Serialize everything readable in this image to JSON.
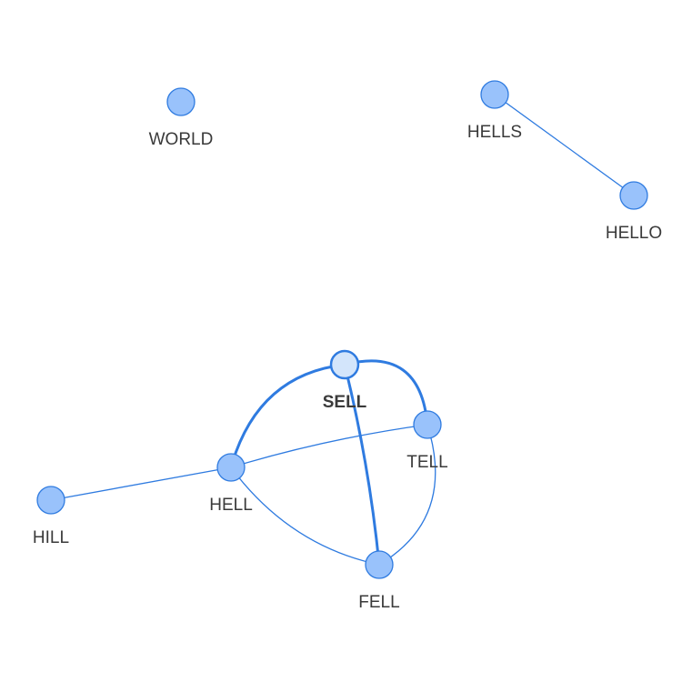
{
  "graph": {
    "colors": {
      "node_fill": "#99c2fb",
      "node_stroke": "#2f7be0",
      "selected_fill": "#d3e5fb",
      "edge": "#2f7be0",
      "label": "#3a3a3a"
    },
    "nodes": [
      {
        "id": "WORLD",
        "label": "WORLD",
        "selected": false
      },
      {
        "id": "HELLS",
        "label": "HELLS",
        "selected": false
      },
      {
        "id": "HELLO",
        "label": "HELLO",
        "selected": false
      },
      {
        "id": "SELL",
        "label": "SELL",
        "selected": true
      },
      {
        "id": "TELL",
        "label": "TELL",
        "selected": false
      },
      {
        "id": "HELL",
        "label": "HELL",
        "selected": false
      },
      {
        "id": "HILL",
        "label": "HILL",
        "selected": false
      },
      {
        "id": "FELL",
        "label": "FELL",
        "selected": false
      }
    ],
    "edges": [
      {
        "source": "HELLS",
        "target": "HELLO",
        "highlighted": false
      },
      {
        "source": "HILL",
        "target": "HELL",
        "highlighted": false
      },
      {
        "source": "HELL",
        "target": "TELL",
        "highlighted": false
      },
      {
        "source": "HELL",
        "target": "FELL",
        "highlighted": false
      },
      {
        "source": "TELL",
        "target": "FELL",
        "highlighted": false
      },
      {
        "source": "SELL",
        "target": "HELL",
        "highlighted": true
      },
      {
        "source": "SELL",
        "target": "TELL",
        "highlighted": true
      },
      {
        "source": "SELL",
        "target": "FELL",
        "highlighted": true
      }
    ]
  }
}
